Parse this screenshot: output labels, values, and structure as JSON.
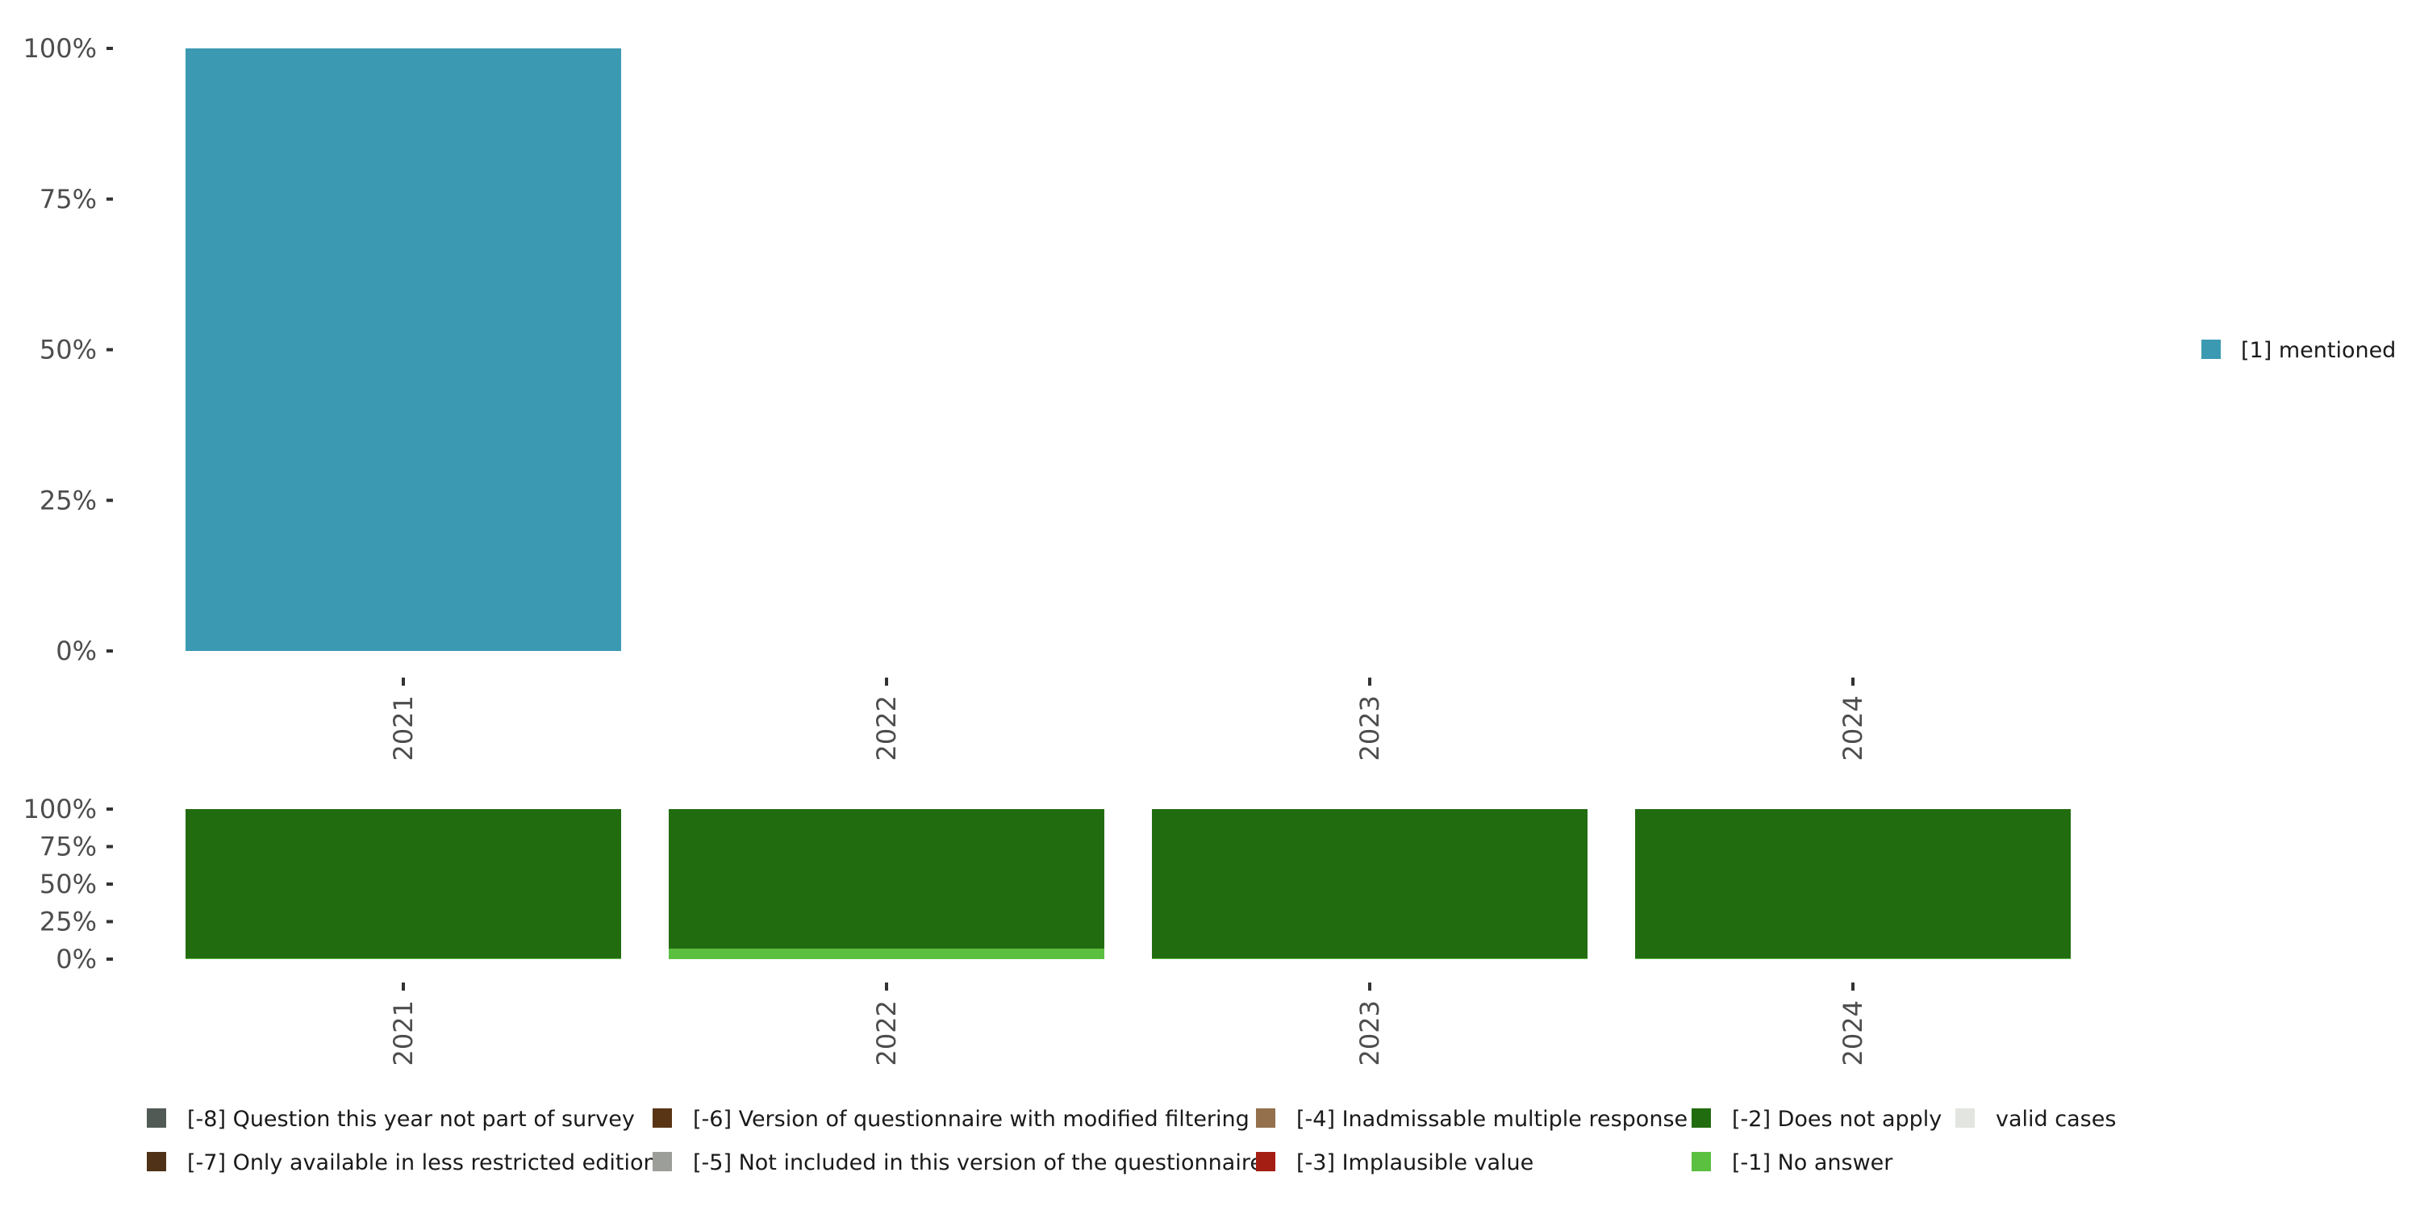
{
  "chart_data": [
    {
      "type": "bar",
      "stacked": true,
      "title": "",
      "xlabel": "",
      "ylabel": "",
      "categories": [
        "2021",
        "2022",
        "2023",
        "2024"
      ],
      "yticks": [
        "0%",
        "25%",
        "50%",
        "75%",
        "100%"
      ],
      "ylim": [
        0,
        100
      ],
      "series": [
        {
          "name": "[1] mentioned",
          "color": "#3b9ab2",
          "values": [
            100,
            0,
            0,
            0
          ]
        }
      ],
      "legend_position": "right"
    },
    {
      "type": "bar",
      "stacked": true,
      "title": "",
      "xlabel": "",
      "ylabel": "",
      "categories": [
        "2021",
        "2022",
        "2023",
        "2024"
      ],
      "yticks": [
        "0%",
        "25%",
        "50%",
        "75%",
        "100%"
      ],
      "ylim": [
        0,
        100
      ],
      "series": [
        {
          "name": "[-1] No answer",
          "color": "#5bbf3f",
          "values": [
            0.5,
            7,
            0.5,
            0.5
          ]
        },
        {
          "name": "[-2] Does not apply",
          "color": "#226c10",
          "values": [
            99.5,
            93,
            99.5,
            99.5
          ]
        }
      ],
      "legend_position": "bottom",
      "legend": [
        {
          "name": "[-8] Question this year not part of survey",
          "color": "#515a55"
        },
        {
          "name": "[-7] Only available in less restricted edition",
          "color": "#4f3217"
        },
        {
          "name": "[-6] Version of questionnaire with modified filtering",
          "color": "#5a3515"
        },
        {
          "name": "[-5] Not included in this version of the questionnaire",
          "color": "#9c9e9a"
        },
        {
          "name": "[-4] Inadmissable multiple response",
          "color": "#94704d"
        },
        {
          "name": "[-3] Implausible value",
          "color": "#a41e13"
        },
        {
          "name": "[-2] Does not apply",
          "color": "#226c10"
        },
        {
          "name": "[-1] No answer",
          "color": "#5bbf3f"
        },
        {
          "name": "valid cases",
          "color": "#e2e5e0"
        }
      ]
    }
  ]
}
